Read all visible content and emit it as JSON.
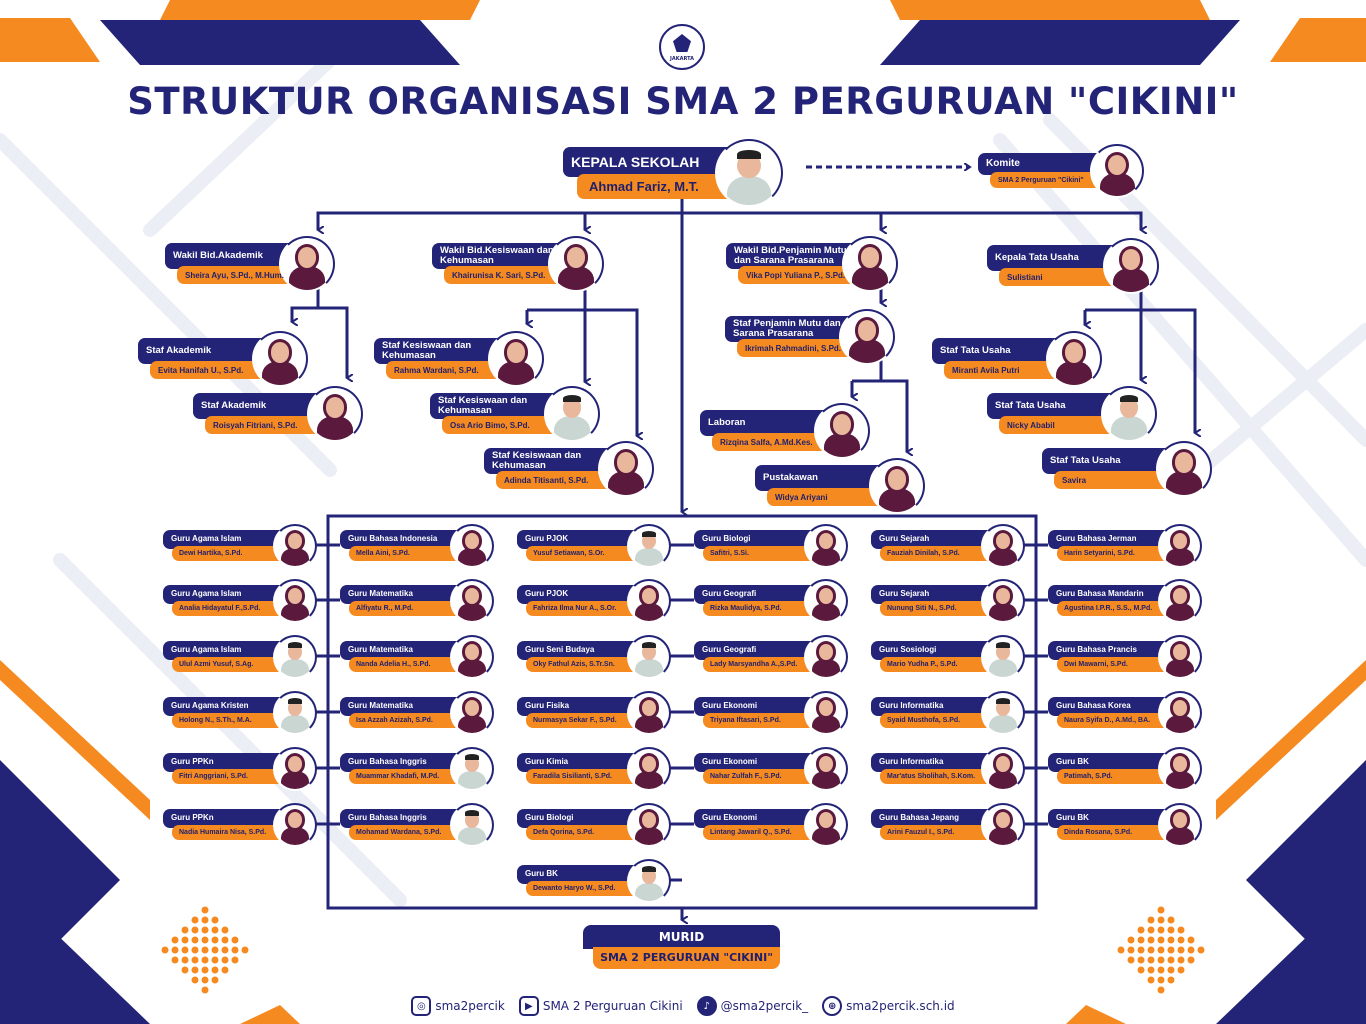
{
  "title": "STRUKTUR ORGANISASI SMA 2 PERGURUAN \"CIKINI\"",
  "logo_text": "JAKARTA",
  "head": {
    "role": "KEPALA SEKOLAH",
    "name": "Ahmad Fariz, M.T."
  },
  "committee": {
    "role": "Komite",
    "name": "SMA 2 Perguruan \"Cikini\""
  },
  "management": [
    {
      "role": "Wakil Bid.Akademik",
      "name": "Sheira Ayu, S.Pd., M.Hum."
    },
    {
      "role": "Wakil Bid.Kesiswaan dan Kehumasan",
      "name": "Khairunisa K. Sari, S.Pd."
    },
    {
      "role": "Wakil Bid.Penjamin Mutu dan Sarana Prasarana",
      "name": "Vika Popi Yuliana P., S.Pd."
    },
    {
      "role": "Kepala Tata Usaha",
      "name": "Sulistiani"
    },
    {
      "role": "Staf Akademik",
      "name": "Evita Hanifah U., S.Pd."
    },
    {
      "role": "Staf Akademik",
      "name": "Roisyah Fitriani, S.Pd."
    },
    {
      "role": "Staf Kesiswaan dan Kehumasan",
      "name": "Rahma Wardani, S.Pd."
    },
    {
      "role": "Staf Kesiswaan dan Kehumasan",
      "name": "Osa Ario Bimo, S.Pd."
    },
    {
      "role": "Staf Kesiswaan dan Kehumasan",
      "name": "Adinda Titisanti, S.Pd."
    },
    {
      "role": "Staf Penjamin Mutu dan Sarana Prasarana",
      "name": "Ikrimah Rahmadini, S.Pd."
    },
    {
      "role": "Laboran",
      "name": "Rizqina Salfa, A.Md.Kes."
    },
    {
      "role": "Pustakawan",
      "name": "Widya Ariyani"
    },
    {
      "role": "Staf Tata Usaha",
      "name": "Miranti Avila Putri"
    },
    {
      "role": "Staf Tata Usaha",
      "name": "Nicky Ababil"
    },
    {
      "role": "Staf Tata Usaha",
      "name": "Savira"
    }
  ],
  "teachers": [
    {
      "role": "Guru Agama Islam",
      "name": "Dewi Hartika, S.Pd."
    },
    {
      "role": "Guru Agama Islam",
      "name": "Analia Hidayatul F.,S.Pd."
    },
    {
      "role": "Guru Agama Islam",
      "name": "Ulul Azmi Yusuf, S.Ag."
    },
    {
      "role": "Guru Agama Kristen",
      "name": "Holong N., S.Th., M.A."
    },
    {
      "role": "Guru PPKn",
      "name": "Fitri Anggriani, S.Pd."
    },
    {
      "role": "Guru PPKn",
      "name": "Nadia Humaira Nisa, S.Pd."
    },
    {
      "role": "Guru Bahasa Indonesia",
      "name": "Mella Aini, S.Pd."
    },
    {
      "role": "Guru Matematika",
      "name": "Alfiyatu R., M.Pd."
    },
    {
      "role": "Guru Matematika",
      "name": "Nanda Adelia H., S.Pd."
    },
    {
      "role": "Guru Matematika",
      "name": "Isa Azzah Azizah, S.Pd."
    },
    {
      "role": "Guru Bahasa Inggris",
      "name": "Muammar Khadafi, M.Pd."
    },
    {
      "role": "Guru Bahasa Inggris",
      "name": "Mohamad Wardana, S.Pd."
    },
    {
      "role": "Guru PJOK",
      "name": "Yusuf Setiawan, S.Or."
    },
    {
      "role": "Guru PJOK",
      "name": "Fahriza Ilma Nur A., S.Or."
    },
    {
      "role": "Guru Seni Budaya",
      "name": "Oky Fathul Azis, S.Tr.Sn."
    },
    {
      "role": "Guru Fisika",
      "name": "Nurmasya Sekar F., S.Pd."
    },
    {
      "role": "Guru Kimia",
      "name": "Faradila Sisilianti, S.Pd."
    },
    {
      "role": "Guru Biologi",
      "name": "Defa Qorina, S.Pd."
    },
    {
      "role": "Guru BK",
      "name": "Dewanto Haryo W., S.Pd."
    },
    {
      "role": "Guru Biologi",
      "name": "Safitri, S.Si."
    },
    {
      "role": "Guru Geografi",
      "name": "Rizka Maulidya, S.Pd."
    },
    {
      "role": "Guru Geografi",
      "name": "Lady Marsyandha A.,S.Pd."
    },
    {
      "role": "Guru Ekonomi",
      "name": "Triyana Iftasari, S.Pd."
    },
    {
      "role": "Guru Ekonomi",
      "name": "Nahar Zulfah F., S.Pd."
    },
    {
      "role": "Guru Ekonomi",
      "name": "Lintang Jawaril Q., S.Pd."
    },
    {
      "role": "Guru Sejarah",
      "name": "Fauziah Dinilah, S.Pd."
    },
    {
      "role": "Guru Sejarah",
      "name": "Nunung Siti N., S.Pd."
    },
    {
      "role": "Guru Sosiologi",
      "name": "Mario Yudha P., S.Pd."
    },
    {
      "role": "Guru Informatika",
      "name": "Syaid Musthofa, S.Pd."
    },
    {
      "role": "Guru Informatika",
      "name": "Mar'atus Sholihah, S.Kom."
    },
    {
      "role": "Guru Bahasa Jepang",
      "name": "Arini Fauzul I., S.Pd."
    },
    {
      "role": "Guru Bahasa Jerman",
      "name": "Harin Setyarini, S.Pd."
    },
    {
      "role": "Guru Bahasa Mandarin",
      "name": "Agustina I.P.R., S.S., M.Pd."
    },
    {
      "role": "Guru Bahasa Prancis",
      "name": "Dwi Mawarni, S.Pd."
    },
    {
      "role": "Guru Bahasa Korea",
      "name": "Naura Syifa D., A.Md., BA."
    },
    {
      "role": "Guru BK",
      "name": "Patimah, S.Pd."
    },
    {
      "role": "Guru BK",
      "name": "Dinda Rosana, S.Pd."
    }
  ],
  "students": {
    "role": "MURID",
    "name": "SMA 2 PERGURUAN \"CIKINI\""
  },
  "footer": [
    {
      "icon": "instagram-icon",
      "glyph": "◎",
      "text": "sma2percik"
    },
    {
      "icon": "youtube-icon",
      "glyph": "▶",
      "text": "SMA 2 Perguruan Cikini"
    },
    {
      "icon": "tiktok-icon",
      "glyph": "♪",
      "text": "@sma2percik_"
    },
    {
      "icon": "globe-icon",
      "glyph": "⊕",
      "text": "sma2percik.sch.id"
    }
  ],
  "colors": {
    "navy": "#232477",
    "orange": "#f58a21"
  }
}
